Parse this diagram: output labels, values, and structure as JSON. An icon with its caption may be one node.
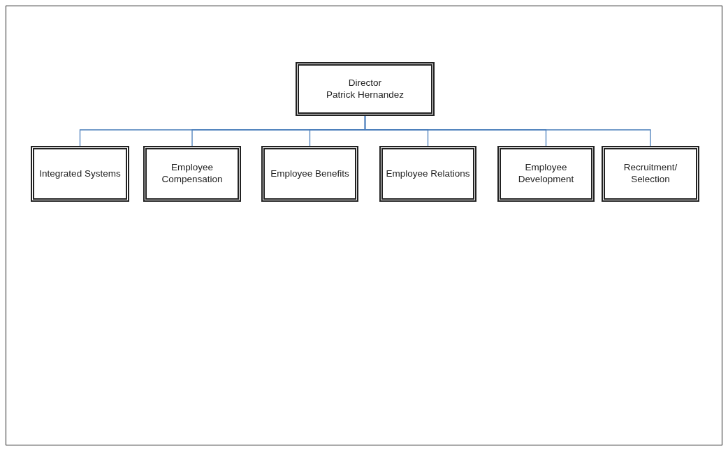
{
  "diagram": {
    "nodes": [
      {
        "text": [
          "Director",
          "Patrick Hernandez"
        ]
      },
      {
        "text": [
          "Integrated Systems"
        ]
      },
      {
        "text": [
          "Employee Compensation"
        ]
      },
      {
        "text": [
          "Employee Benefits"
        ]
      },
      {
        "text": [
          "Employee Relations"
        ]
      },
      {
        "text": [
          "Employee Development"
        ]
      },
      {
        "text": [
          "Recruitment/ Selection"
        ]
      }
    ],
    "edges": [
      {
        "from": 0,
        "to": 1,
        "arrow": "none"
      },
      {
        "from": 0,
        "to": 2,
        "arrow": "none"
      },
      {
        "from": 0,
        "to": 3,
        "arrow": "none"
      },
      {
        "from": 0,
        "to": 4,
        "arrow": "none"
      },
      {
        "from": 0,
        "to": 5,
        "arrow": "none"
      },
      {
        "from": 0,
        "to": 6,
        "arrow": "none"
      }
    ]
  }
}
